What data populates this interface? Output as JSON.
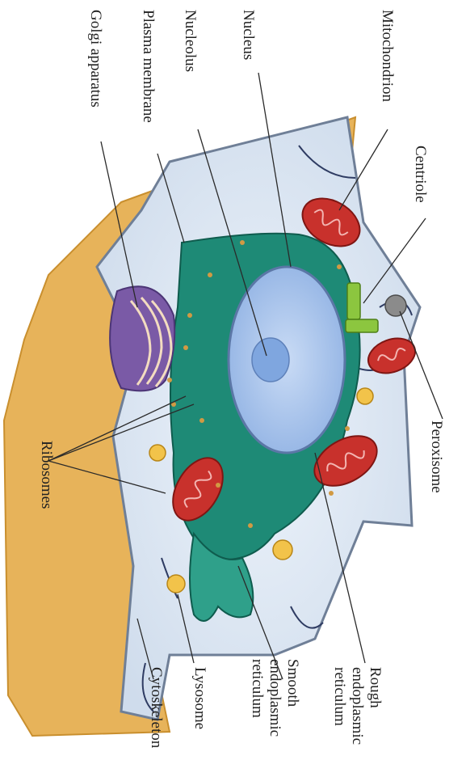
{
  "diagram": {
    "labels": {
      "golgi": "Golgi apparatus",
      "plasma_membrane": "Plasma membrane",
      "nucleolus": "Nucleolus",
      "nucleus": "Nucleus",
      "mitochondrion": "Mitochondrion",
      "centriole": "Centriole",
      "peroxisome": "Peroxisome",
      "ribosomes": "Ribosomes",
      "rough_er_1": "Rough",
      "rough_er_2": "endoplasmic",
      "rough_er_3": "reticulum",
      "smooth_er_1": "Smooth",
      "smooth_er_2": "endoplasmic",
      "smooth_er_3": "reticulum",
      "lysosome": "Lysosome",
      "cytoskeleton": "Cytoskeleton"
    },
    "colors": {
      "extracellular": "#e9b85e",
      "cytoplasm": "#dfe9f4",
      "rough_er": "#1f8a77",
      "nucleus": "#a9c5ec",
      "mitochondrion": "#c8312c",
      "golgi": "#7a5aa6",
      "centriole": "#8cc63f",
      "lysosome": "#f2c34a"
    }
  }
}
